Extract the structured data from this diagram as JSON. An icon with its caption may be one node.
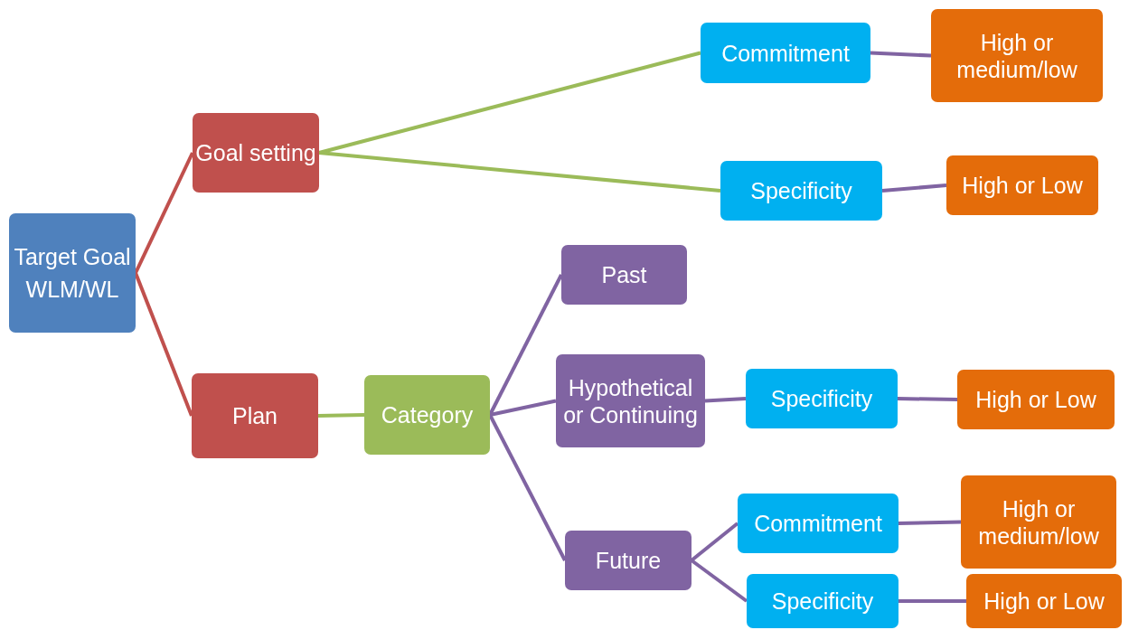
{
  "diagram": {
    "nodes": [
      {
        "text": [
          "Target Goal",
          "WLM/WL"
        ]
      },
      {
        "text": [
          "Goal setting"
        ]
      },
      {
        "text": [
          "Plan"
        ]
      },
      {
        "text": [
          "Commitment"
        ]
      },
      {
        "text": [
          "High or medium/low"
        ]
      },
      {
        "text": [
          "Specificity"
        ]
      },
      {
        "text": [
          "High or Low"
        ]
      },
      {
        "text": [
          "Category"
        ]
      },
      {
        "text": [
          "Past"
        ]
      },
      {
        "text": [
          "Hypothetical or Continuing"
        ]
      },
      {
        "text": [
          "Specificity"
        ]
      },
      {
        "text": [
          "High or Low"
        ]
      },
      {
        "text": [
          "Future"
        ]
      },
      {
        "text": [
          "Commitment"
        ]
      },
      {
        "text": [
          "High or medium/low"
        ]
      },
      {
        "text": [
          "Specificity"
        ]
      },
      {
        "text": [
          "High or Low"
        ]
      }
    ],
    "edges": [
      {
        "from": 0,
        "to": 1,
        "arrow": "none",
        "color": "#c0504d"
      },
      {
        "from": 0,
        "to": 2,
        "arrow": "none",
        "color": "#c0504d"
      },
      {
        "from": 1,
        "to": 3,
        "arrow": "none",
        "color": "#9bbb59"
      },
      {
        "from": 1,
        "to": 5,
        "arrow": "none",
        "color": "#9bbb59"
      },
      {
        "from": 3,
        "to": 4,
        "arrow": "none"
      },
      {
        "from": 5,
        "to": 6,
        "arrow": "none"
      },
      {
        "from": 2,
        "to": 7,
        "arrow": "none",
        "color": "#9bbb59"
      },
      {
        "from": 7,
        "to": 8,
        "arrow": "none"
      },
      {
        "from": 7,
        "to": 9,
        "arrow": "none"
      },
      {
        "from": 7,
        "to": 12,
        "arrow": "none"
      },
      {
        "from": 9,
        "to": 10,
        "arrow": "none"
      },
      {
        "from": 10,
        "to": 11,
        "arrow": "none"
      },
      {
        "from": 12,
        "to": 13,
        "arrow": "none"
      },
      {
        "from": 12,
        "to": 15,
        "arrow": "none"
      },
      {
        "from": 13,
        "to": 14,
        "arrow": "none"
      },
      {
        "from": 15,
        "to": 16,
        "arrow": "none"
      }
    ]
  }
}
